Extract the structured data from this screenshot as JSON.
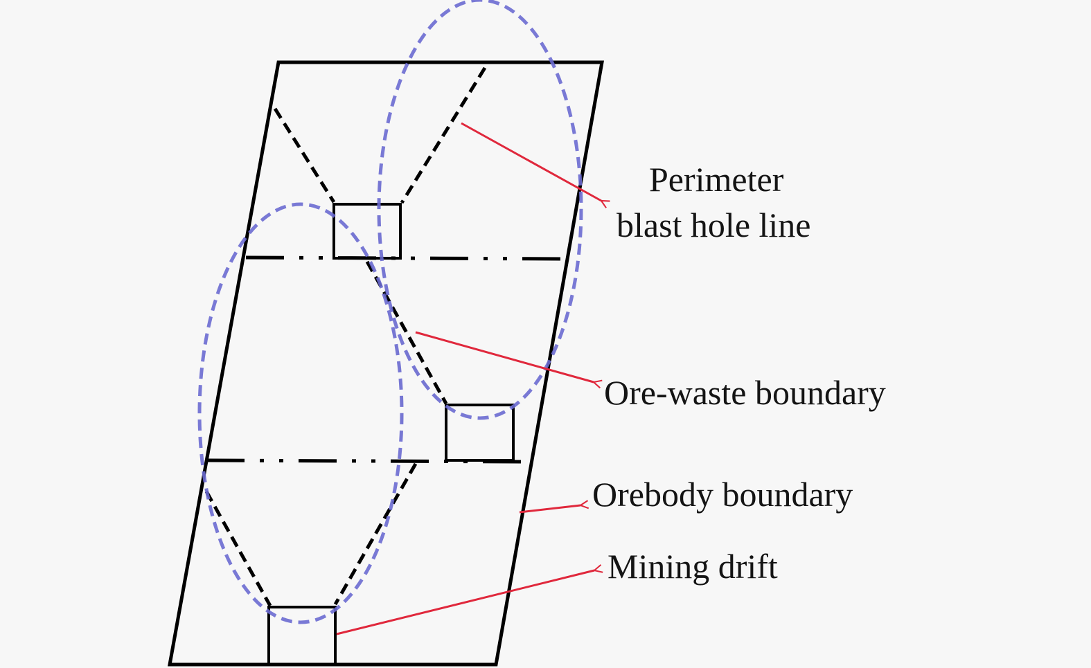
{
  "figure": {
    "labels": {
      "perimeter_line1": "Perimeter",
      "perimeter_line2": "blast hole line",
      "ore_waste": "Ore-waste boundary",
      "orebody": "Orebody boundary",
      "mining_drift": "Mining drift"
    },
    "colors": {
      "outline": "#000000",
      "ellipse": "#6a6ad0",
      "arrow": "#e0283c",
      "background": "#f7f7f7"
    }
  }
}
